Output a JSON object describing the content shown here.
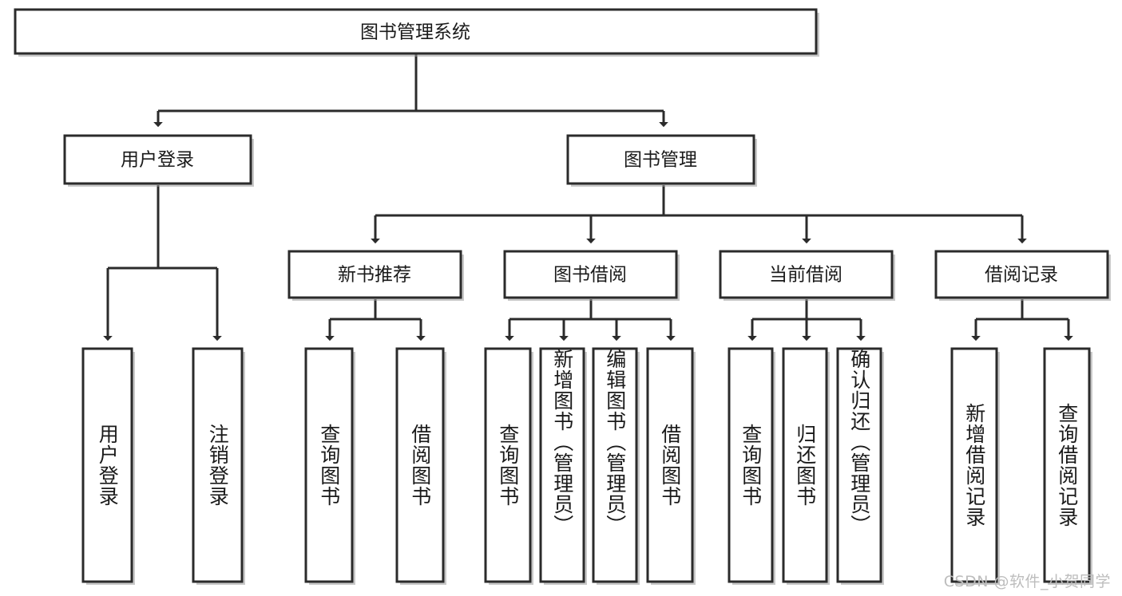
{
  "diagram": {
    "title": "图书管理系统",
    "type": "hierarchy-tree",
    "watermark": "CSDN @软件_小贺同学",
    "colors": {
      "node_stroke": "#2b2b2b",
      "node_fill": "#ffffff",
      "edge": "#2b2b2b",
      "background": "#ffffff",
      "watermark": "#bdbdbd"
    },
    "levels": {
      "root": {
        "label": "图书管理系统"
      },
      "level2": [
        {
          "id": "user-login",
          "label": "用户登录"
        },
        {
          "id": "book-management",
          "label": "图书管理"
        }
      ],
      "level3": [
        {
          "id": "new-book-recommend",
          "label": "新书推荐",
          "parent": "book-management"
        },
        {
          "id": "book-borrow",
          "label": "图书借阅",
          "parent": "book-management"
        },
        {
          "id": "current-borrow",
          "label": "当前借阅",
          "parent": "book-management"
        },
        {
          "id": "borrow-record",
          "label": "借阅记录",
          "parent": "book-management"
        }
      ],
      "leaves": [
        {
          "id": "leaf-user-login",
          "label": "用户登录",
          "parent": "user-login"
        },
        {
          "id": "leaf-logout-login",
          "label": "注销登录",
          "parent": "user-login"
        },
        {
          "id": "leaf-query-book-1",
          "label": "查询图书",
          "parent": "new-book-recommend"
        },
        {
          "id": "leaf-borrow-book-1",
          "label": "借阅图书",
          "parent": "new-book-recommend"
        },
        {
          "id": "leaf-query-book-2",
          "label": "查询图书",
          "parent": "book-borrow"
        },
        {
          "id": "leaf-add-book",
          "label": "新增图书（管理员）",
          "parent": "book-borrow"
        },
        {
          "id": "leaf-edit-book",
          "label": "编辑图书（管理员）",
          "parent": "book-borrow"
        },
        {
          "id": "leaf-borrow-book-2",
          "label": "借阅图书",
          "parent": "book-borrow"
        },
        {
          "id": "leaf-query-book-3",
          "label": "查询图书",
          "parent": "current-borrow"
        },
        {
          "id": "leaf-return-book",
          "label": "归还图书",
          "parent": "current-borrow"
        },
        {
          "id": "leaf-confirm-return",
          "label": "确认归还（管理员）",
          "parent": "current-borrow"
        },
        {
          "id": "leaf-add-record",
          "label": "新增借阅记录",
          "parent": "borrow-record"
        },
        {
          "id": "leaf-query-record",
          "label": "查询借阅记录",
          "parent": "borrow-record"
        }
      ]
    }
  }
}
